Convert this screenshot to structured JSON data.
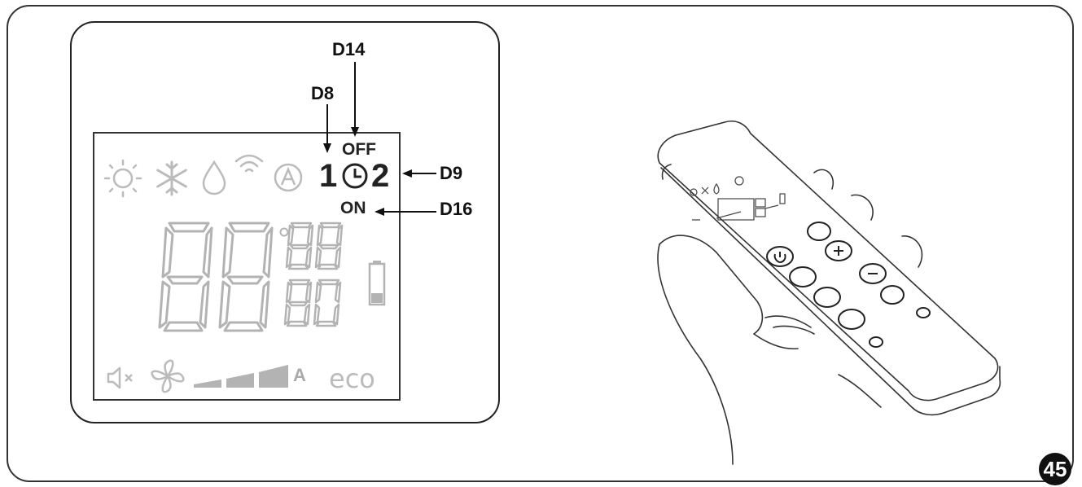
{
  "callouts": {
    "d14": "D14",
    "d8": "D8",
    "d9": "D9",
    "d16": "D16"
  },
  "lcd": {
    "timer_off": "OFF",
    "timer_on": "ON",
    "timer_1": "1",
    "timer_2": "2",
    "fan_auto": "A",
    "eco": "eco"
  },
  "page_number": "45",
  "colors": {
    "line": "#222222",
    "lcd_segment": "#b3b3b3",
    "badge": "#111111"
  },
  "icons": [
    "sun-icon",
    "snowflake-icon",
    "droplet-icon",
    "wifi-icon",
    "auto-mode-icon",
    "clock-icon",
    "battery-icon",
    "mute-icon",
    "fan-icon",
    "fan-speed-bars",
    "hand-holding-remote"
  ]
}
